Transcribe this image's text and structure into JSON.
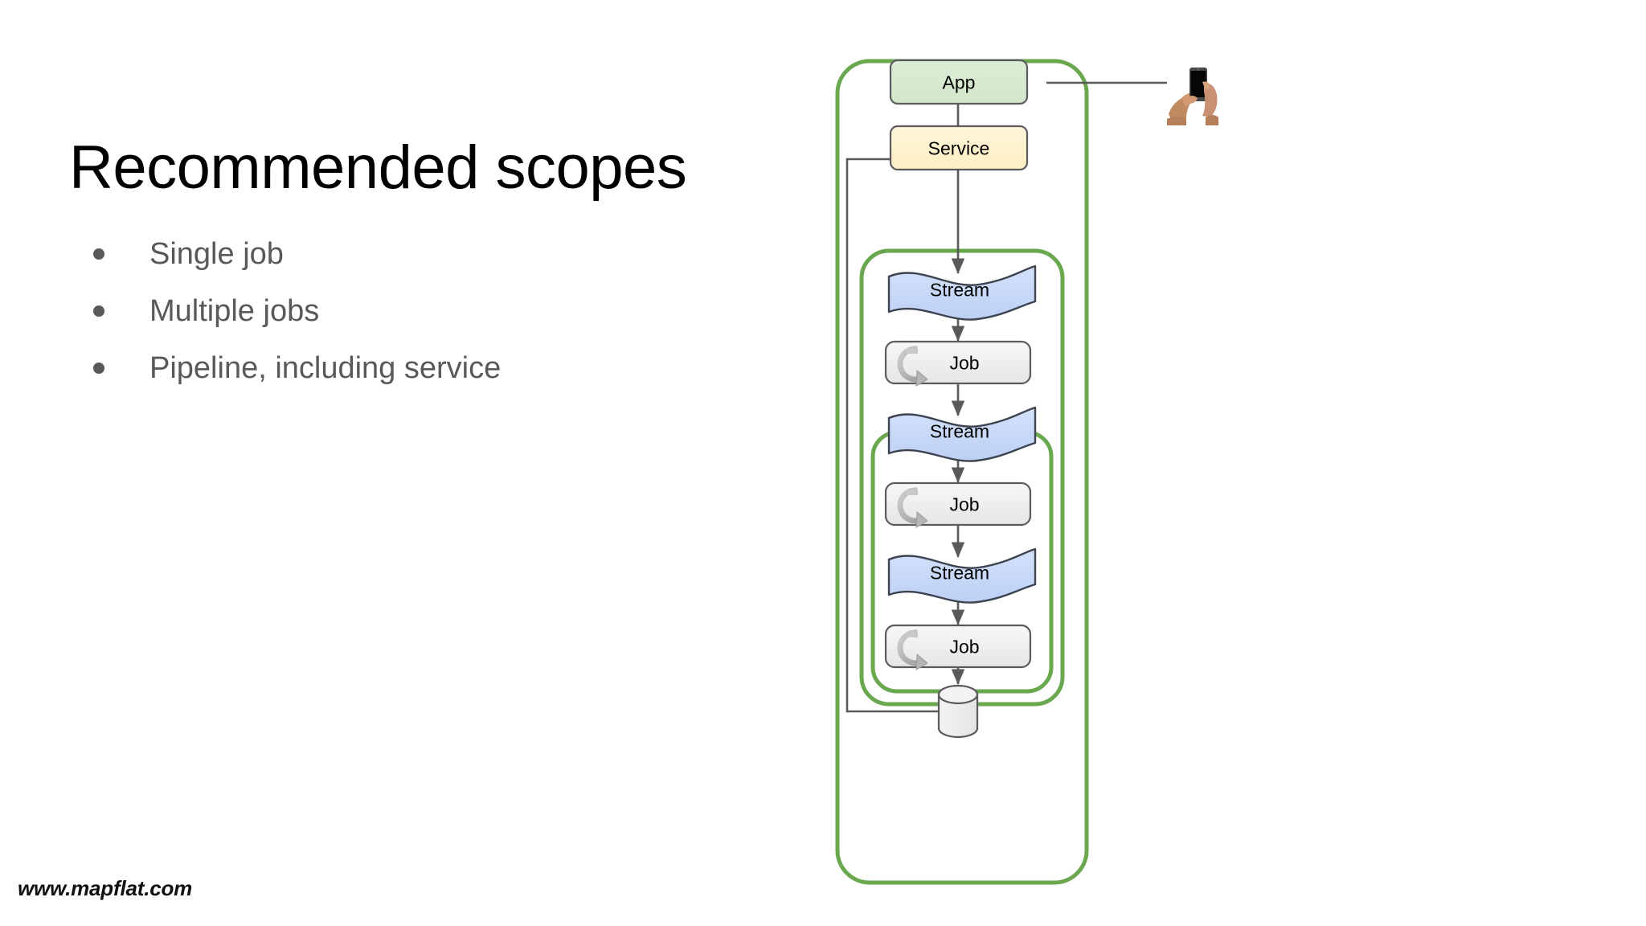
{
  "slide": {
    "title": "Recommended scopes",
    "bullets": [
      "Single job",
      "Multiple jobs",
      "Pipeline, including service"
    ],
    "footer_url": "www.mapflat.com"
  },
  "diagram": {
    "name": "data-pipeline-scopes-diagram",
    "nodes": [
      {
        "id": "app",
        "label": "App",
        "type": "rounded-rect",
        "fill": "#d9ead3",
        "stroke": "#595959"
      },
      {
        "id": "service",
        "label": "Service",
        "type": "rounded-rect",
        "fill": "#fff2cc",
        "stroke": "#595959"
      },
      {
        "id": "stream-1",
        "label": "Stream",
        "type": "wave-ribbon",
        "fill": "#c9daf8",
        "stroke": "#3d4450"
      },
      {
        "id": "job-1",
        "label": "Job",
        "type": "rounded-rect-with-loop-icon",
        "fill": "#efefef",
        "stroke": "#595959"
      },
      {
        "id": "stream-2",
        "label": "Stream",
        "type": "wave-ribbon",
        "fill": "#c9daf8",
        "stroke": "#3d4450"
      },
      {
        "id": "job-2",
        "label": "Job",
        "type": "rounded-rect-with-loop-icon",
        "fill": "#efefef",
        "stroke": "#595959"
      },
      {
        "id": "stream-3",
        "label": "Stream",
        "type": "wave-ribbon",
        "fill": "#c9daf8",
        "stroke": "#3d4450"
      },
      {
        "id": "job-3",
        "label": "Job",
        "type": "rounded-rect-with-loop-icon",
        "fill": "#efefef",
        "stroke": "#595959"
      },
      {
        "id": "datastore",
        "label": "",
        "type": "cylinder",
        "fill": "#efefef",
        "stroke": "#595959"
      }
    ],
    "scope_boxes": [
      {
        "id": "scope-pipeline",
        "label": "",
        "encloses": "App, Service, all Streams and Jobs, datastore"
      },
      {
        "id": "scope-multiple-jobs",
        "label": "",
        "encloses": "Stream 1, Job 1, Stream 2, Job 2, Stream 3"
      },
      {
        "id": "scope-single-job",
        "label": "",
        "encloses": "Stream 2, Job 2, Stream 3"
      }
    ],
    "edges": [
      {
        "from": "app",
        "to": "phone",
        "arrow": false
      },
      {
        "from": "app",
        "to": "service",
        "arrow": false
      },
      {
        "from": "service",
        "to": "stream-1",
        "arrow": true
      },
      {
        "from": "stream-1",
        "to": "job-1",
        "arrow": true
      },
      {
        "from": "job-1",
        "to": "stream-2",
        "arrow": true
      },
      {
        "from": "stream-2",
        "to": "job-2",
        "arrow": true
      },
      {
        "from": "job-2",
        "to": "stream-3",
        "arrow": true
      },
      {
        "from": "stream-3",
        "to": "job-3",
        "arrow": true
      },
      {
        "from": "job-3",
        "to": "datastore",
        "arrow": true
      },
      {
        "from": "datastore",
        "to": "service",
        "arrow": true
      }
    ],
    "phone": {
      "id": "phone-photo",
      "label": "hands-holding-smartphone"
    }
  },
  "colors": {
    "scope_green": "#6aa84f",
    "app_fill": "#d9ead3",
    "service_fill": "#fff2cc",
    "stream_fill": "#c9daf8",
    "job_fill": "#efefef",
    "edge_gray": "#595959",
    "body_text": "#595959",
    "title_text": "#000000"
  }
}
